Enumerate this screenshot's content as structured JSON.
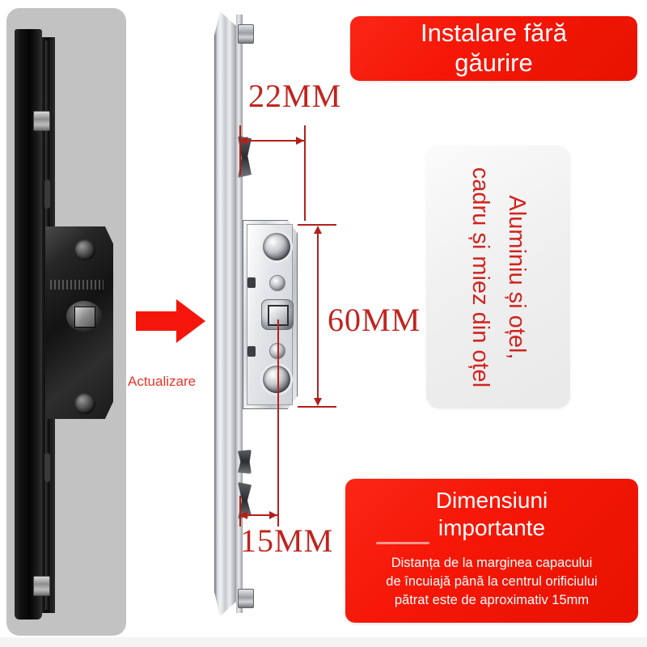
{
  "banners": {
    "top": {
      "line1": "Instalare fără",
      "line2": "găurire",
      "color": "#f51707"
    },
    "bottom": {
      "title_line1": "Dimensiuni",
      "title_line2": "importante",
      "body_line1": "Distanța de la marginea capacului",
      "body_line2": "de încuiajă până la centrul orificiului",
      "body_line3": "pătrat este de aproximativ 15mm",
      "color": "#f51707"
    }
  },
  "material_panel": {
    "line1": "Aluminiu și oțel,",
    "line2": "cadru și miez din oțel",
    "text_color": "#d0241f",
    "background": "#f0f0f0"
  },
  "dimensions": {
    "width_top": "22MM",
    "height_center": "60MM",
    "offset_bottom": "15MM",
    "line_color": "#b3201c"
  },
  "upgrade": {
    "label": "Actualizare",
    "arrow_icon": "right-arrow-icon",
    "color": "#e8352a"
  },
  "products": {
    "old": {
      "name": "black-lock-body",
      "panel_color": "#c2c2c2"
    },
    "new": {
      "name": "silver-lock-strip"
    }
  }
}
